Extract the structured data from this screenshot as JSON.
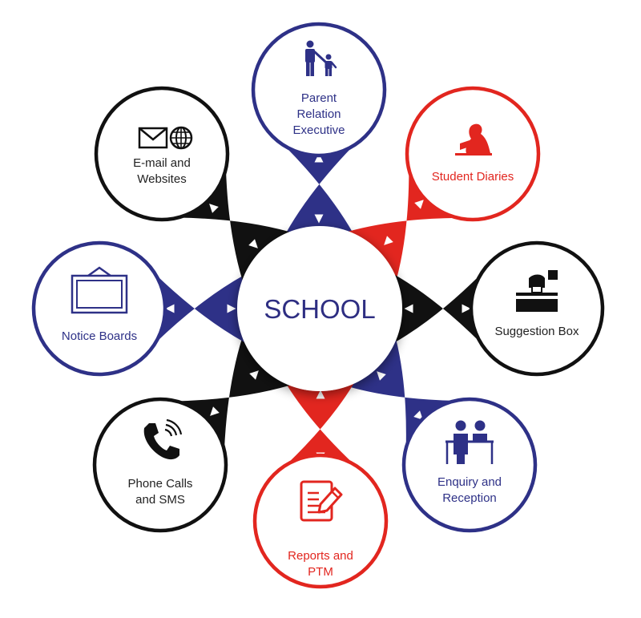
{
  "center": {
    "label": "SCHOOL",
    "color": "#2e2e82"
  },
  "colors": {
    "blue": "#2e3187",
    "red": "#e2261f",
    "black": "#111111"
  },
  "nodes": [
    {
      "id": "parent-relation",
      "lines": [
        "Parent",
        "Relation",
        "Executive"
      ],
      "color": "blue",
      "icon": "parent-child-icon"
    },
    {
      "id": "student-diaries",
      "lines": [
        "Student Diaries"
      ],
      "color": "red",
      "icon": "reading-student-icon"
    },
    {
      "id": "suggestion-box",
      "lines": [
        "Suggestion Box"
      ],
      "color": "black",
      "icon": "ballot-box-icon"
    },
    {
      "id": "enquiry-reception",
      "lines": [
        "Enquiry and",
        "Reception"
      ],
      "color": "blue",
      "icon": "reception-desk-icon"
    },
    {
      "id": "reports-ptm",
      "lines": [
        "Reports and",
        "PTM"
      ],
      "color": "red",
      "icon": "report-edit-icon"
    },
    {
      "id": "phone-sms",
      "lines": [
        "Phone Calls",
        "and SMS"
      ],
      "color": "black",
      "icon": "phone-icon"
    },
    {
      "id": "notice-boards",
      "lines": [
        "Notice Boards"
      ],
      "color": "blue",
      "icon": "notice-board-icon"
    },
    {
      "id": "email-websites",
      "lines": [
        "E-mail and",
        "Websites"
      ],
      "color": "black",
      "icon": "mail-globe-icon"
    }
  ]
}
